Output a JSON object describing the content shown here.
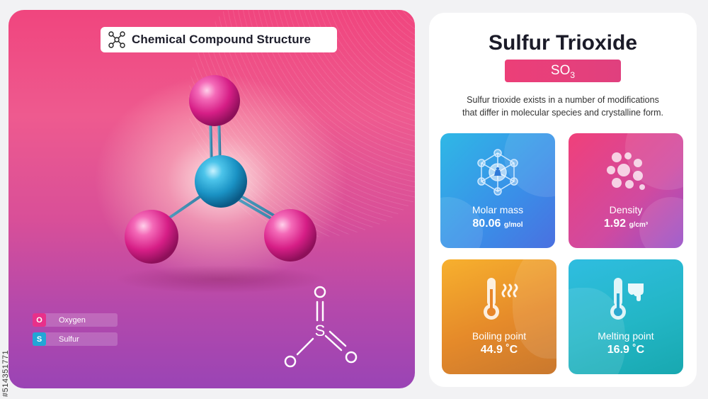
{
  "header": {
    "title": "Chemical Compound Structure",
    "title_icon": "molecule-structure-icon"
  },
  "compound": {
    "name": "Sulfur Trioxide",
    "formula_main": "SO",
    "formula_sub": "3",
    "description_line1": "Sulfur trioxide exists in a number of modifications",
    "description_line2": "that differ in molecular species and crystalline form."
  },
  "legend": {
    "items": [
      {
        "symbol": "O",
        "name": "Oxygen",
        "color": "#e8308a"
      },
      {
        "symbol": "S",
        "name": "Sulfur",
        "color": "#22a6d6"
      }
    ]
  },
  "structure": {
    "top_atom": "O",
    "center_atom": "S",
    "left_atom": "O",
    "right_atom": "O"
  },
  "properties": {
    "molar_mass": {
      "label": "Molar mass",
      "value": "80.06",
      "unit": "g/mol",
      "icon": "molecule-weight-icon"
    },
    "density": {
      "label": "Density",
      "value": "1.92",
      "unit": "g/cm³",
      "icon": "bubbles-icon"
    },
    "boiling_point": {
      "label": "Boiling point",
      "value": "44.9 ˚C",
      "icon": "thermometer-heat-icon"
    },
    "melting_point": {
      "label": "Melting point",
      "value": "16.9 ˚C",
      "icon": "thermometer-melt-icon"
    }
  },
  "stock_id": "#514351771",
  "colors": {
    "oxygen": "#e8308a",
    "sulfur": "#22a6d6",
    "formula_pill": "#ec3f78"
  }
}
